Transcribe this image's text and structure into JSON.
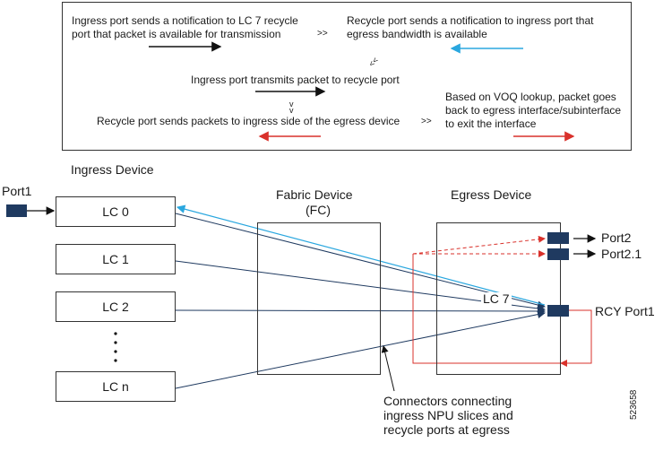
{
  "legend": {
    "step1": "Ingress port sends a notification to LC 7 recycle port that packet is available for transmission",
    "step1_line1": "Ingress port sends a notification to LC 7 recycle",
    "step1_line2": "port that packet is available for transmission",
    "sep1": ">>",
    "step2_line1": "Recycle port sends a notification to ingress port that",
    "step2_line2": "egress bandwidth is available",
    "sep2": "<<",
    "step3": "Ingress port transmits packet to recycle port",
    "sep3": "v",
    "step4": "Recycle port sends packets to ingress side of the egress device",
    "sep4": ">>",
    "step5_line1": "Based on VOQ lookup, packet goes",
    "step5_line2": "back to egress interface/subinterface",
    "step5_line3": "to exit the interface"
  },
  "ingress": {
    "title": "Ingress Device",
    "port": "Port1",
    "cards": [
      "LC 0",
      "LC 1",
      "LC 2",
      "LC n"
    ]
  },
  "fabric": {
    "title_line1": "Fabric Device",
    "title_line2": "(FC)"
  },
  "egress": {
    "title": "Egress Device",
    "lc7": "LC 7",
    "port2": "Port2",
    "port2_1": "Port2.1",
    "rcy": "RCY Port1"
  },
  "connectors_note": {
    "line1": "Connectors connecting",
    "line2": "ingress NPU slices and",
    "line3": "recycle ports at egress"
  },
  "figure_id": "523658",
  "colors": {
    "black": "#111111",
    "blue_link": "#1f3a60",
    "cyan": "#2aa7df",
    "red": "#d9312b",
    "port_fill": "#1f3a60"
  }
}
